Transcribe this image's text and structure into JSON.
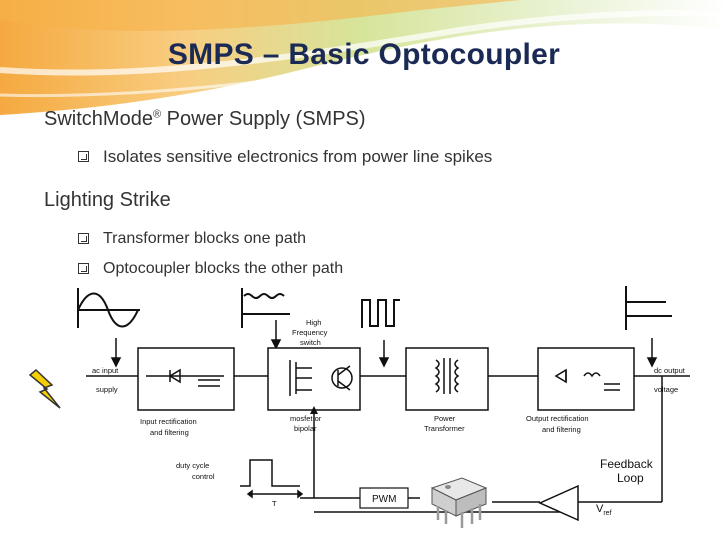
{
  "slide": {
    "title": "SMPS – Basic Optocoupler",
    "section1": {
      "text": "SwitchMode",
      "reg": "®",
      "rest": " Power Supply (SMPS)"
    },
    "bullets1": [
      "Isolates sensitive electronics from power line spikes"
    ],
    "section2": "Lighting Strike",
    "bullets2": [
      "Transformer blocks one path",
      "Optocoupler blocks the other path"
    ]
  },
  "diagram": {
    "ac_input": "ac input",
    "supply": "supply",
    "input_rect_1": "Input rectification",
    "input_rect_2": "and filtering",
    "high_freq_1": "High",
    "high_freq_2": "Frequency",
    "high_freq_3": "switch",
    "mosfet_1": "mosfet or",
    "mosfet_2": "bipolar",
    "power_1": "Power",
    "power_2": "Transformer",
    "output_rect_1": "Output rectification",
    "output_rect_2": "and filtering",
    "dc_output": "dc output",
    "voltage": "voltage",
    "duty_1": "duty cycle",
    "duty_2": "control",
    "t_label": "T",
    "pwm": "PWM",
    "feedback_1": "Feedback",
    "feedback_2": "Loop",
    "vref": "V",
    "vref_sub": "ref",
    "lightning_color": "#f5d000"
  }
}
